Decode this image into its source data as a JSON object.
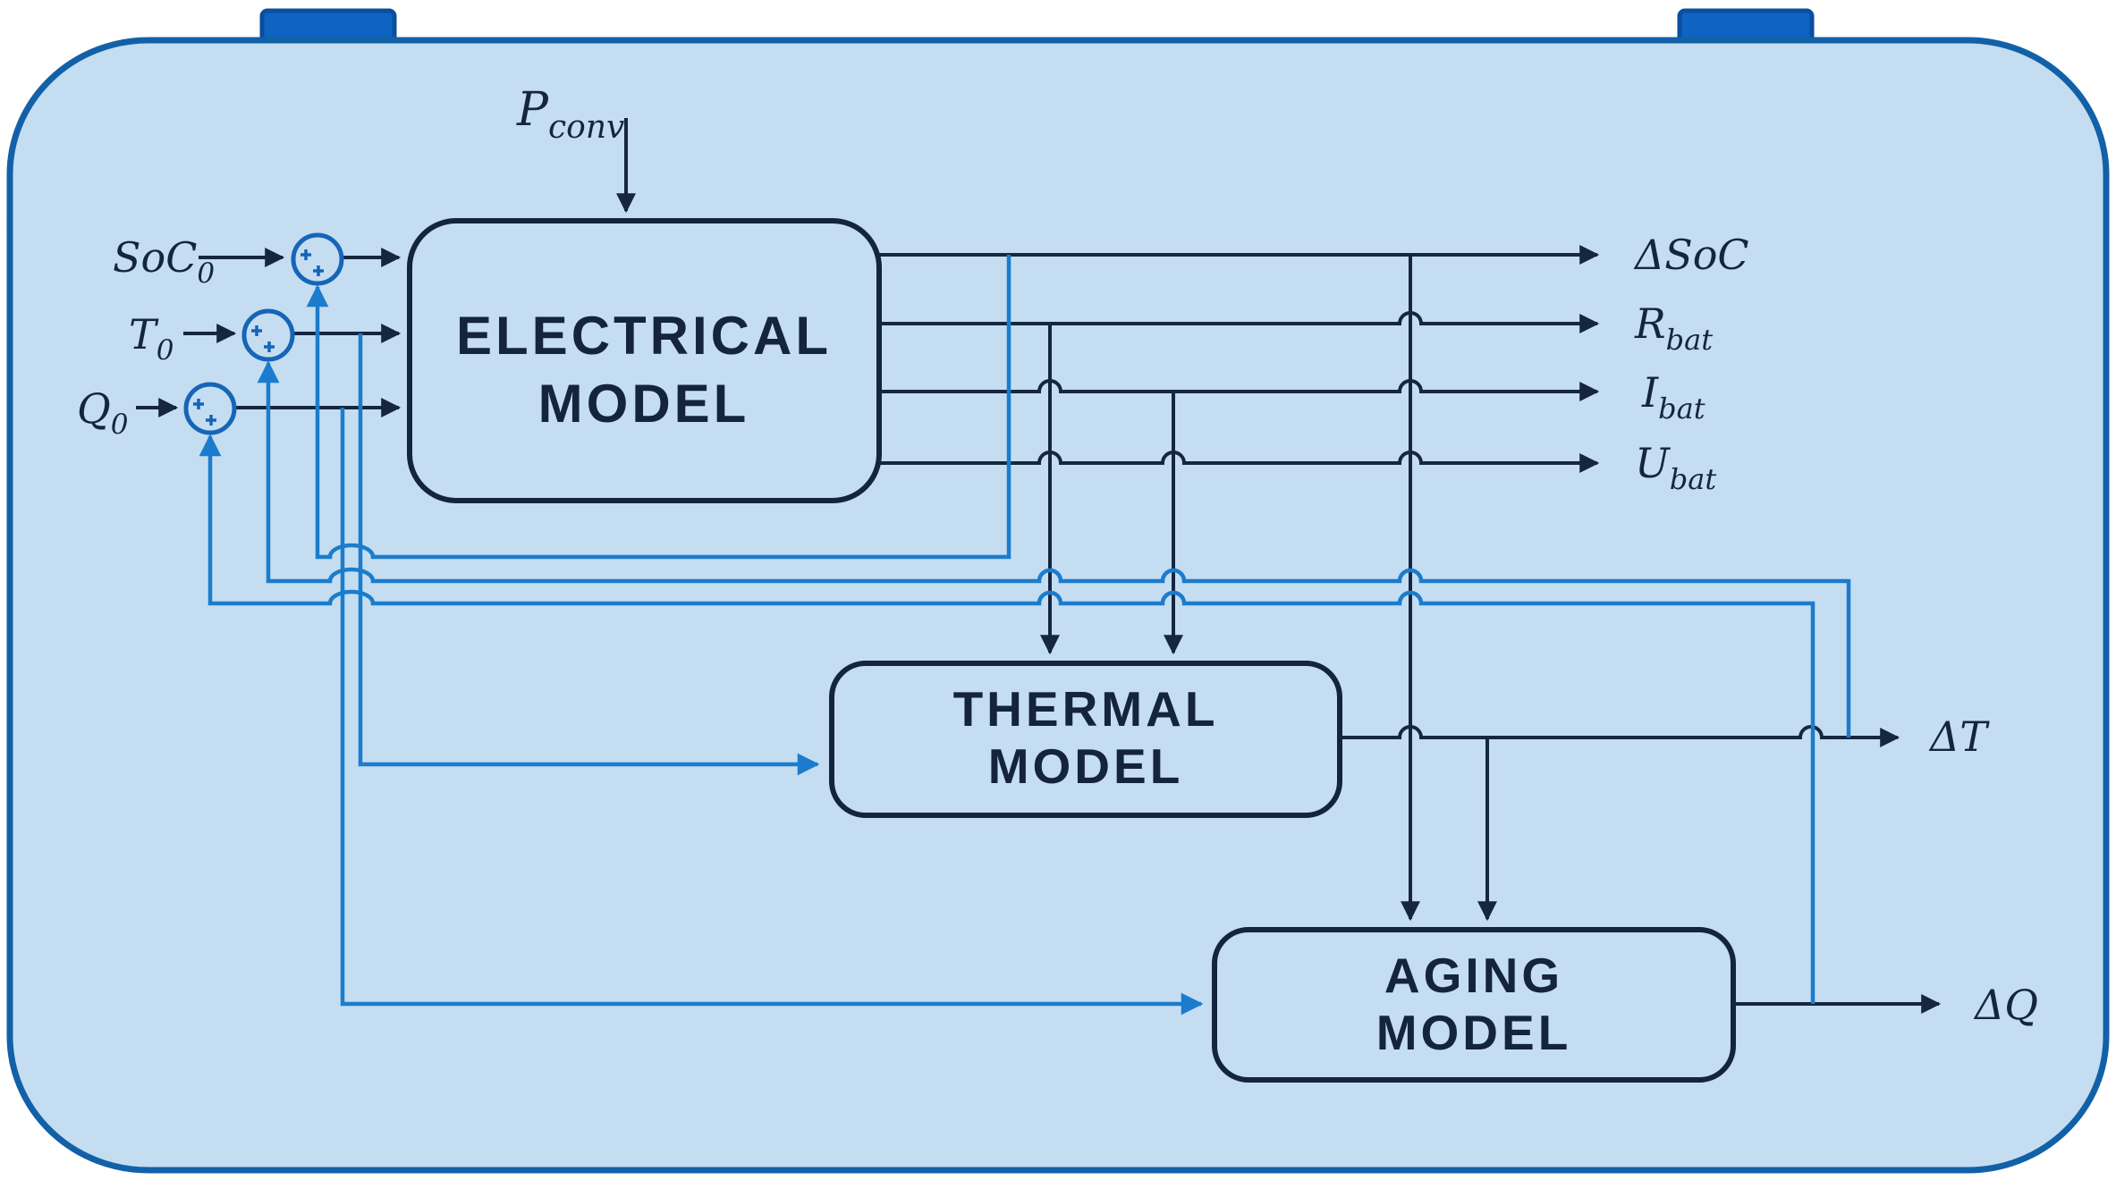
{
  "figure": {
    "title": "battery-model-block-diagram",
    "blocks": [
      {
        "id": "electrical",
        "line1": "ELECTRICAL",
        "line2": "MODEL"
      },
      {
        "id": "thermal",
        "line1": "THERMAL",
        "line2": "MODEL"
      },
      {
        "id": "aging",
        "line1": "AGING",
        "line2": "MODEL"
      }
    ],
    "inputs": [
      {
        "id": "soc0",
        "main": "SoC",
        "sub": "0"
      },
      {
        "id": "t0",
        "main": "T",
        "sub": "0"
      },
      {
        "id": "q0",
        "main": "Q",
        "sub": "0"
      },
      {
        "id": "pconv",
        "main": "P",
        "sub": "conv"
      }
    ],
    "outputs": [
      {
        "id": "dsoc",
        "main": "ΔSoC",
        "sub": ""
      },
      {
        "id": "rbat",
        "main": "R",
        "sub": "bat"
      },
      {
        "id": "ibat",
        "main": "I",
        "sub": "bat"
      },
      {
        "id": "ubat",
        "main": "U",
        "sub": "bat"
      },
      {
        "id": "dt",
        "main": "ΔT",
        "sub": ""
      },
      {
        "id": "dq",
        "main": "ΔQ",
        "sub": ""
      }
    ],
    "colors": {
      "body_fill": "#c5ddf1",
      "body_outline": "#1261a8",
      "terminal_fill": "#0d64c2",
      "terminal_stroke": "#0a4f9e",
      "dark_line": "#16263f",
      "feedback_blue": "#1b7ccd",
      "junction_blue": "#1565b8"
    }
  }
}
